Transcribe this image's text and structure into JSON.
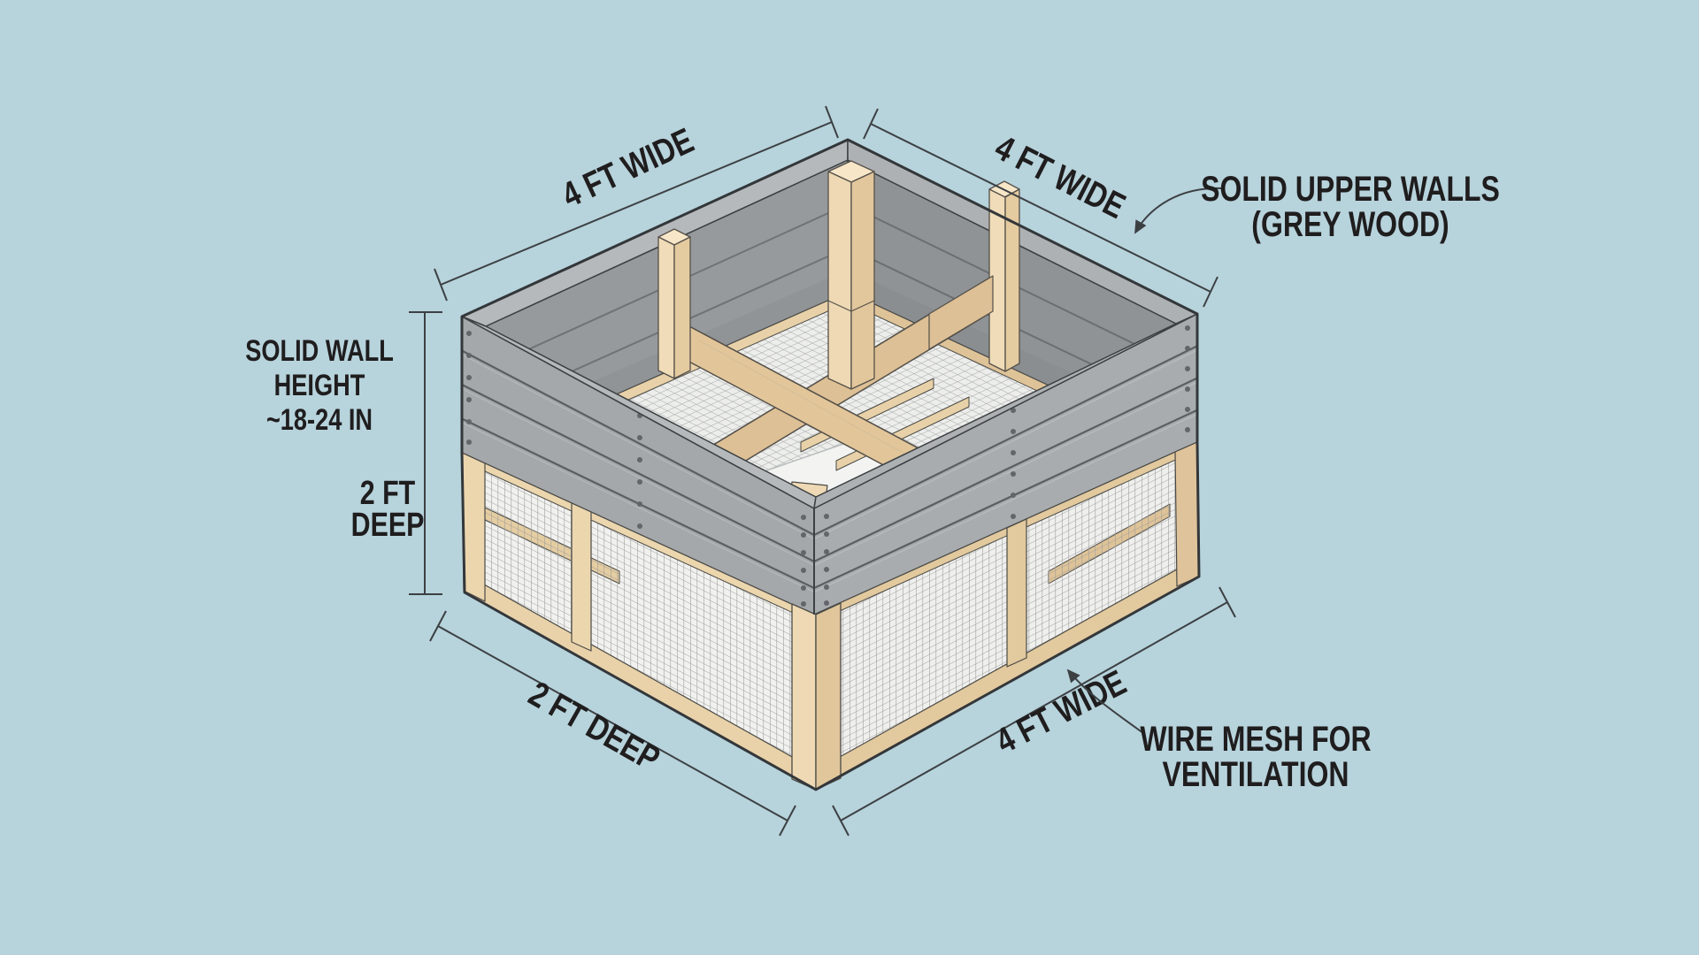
{
  "colors": {
    "background": "#b7d3dc",
    "wall_grey": "#a4a8aa",
    "wall_grey_interior": "#969a9c",
    "rim_edge_grey": "#b6b9bb",
    "wood_tan": "#f0dcb8",
    "wood_tan_dark": "#e2c79c",
    "mesh_white": "#f1f1ef",
    "line_ink": "#3c4043",
    "text_ink": "#1f1d1e"
  },
  "labels": {
    "dim_top_left": "4 FT WIDE",
    "dim_top_right": "4 FT WIDE",
    "wall_height_l1": "SOLID WALL",
    "wall_height_l2": "HEIGHT",
    "wall_height_l3": "~18-24 IN",
    "depth_side_l1": "2 FT",
    "depth_side_l2": "DEEP",
    "dim_bottom_left": "2 FT DEEP",
    "dim_bottom_right": "4 FT WIDE",
    "callout_upper_walls_l1": "SOLID UPPER WALLS",
    "callout_upper_walls_l2": "(GREY WOOD)",
    "callout_wire_mesh_l1": "WIRE MESH FOR",
    "callout_wire_mesh_l2": "VENTILATION"
  }
}
